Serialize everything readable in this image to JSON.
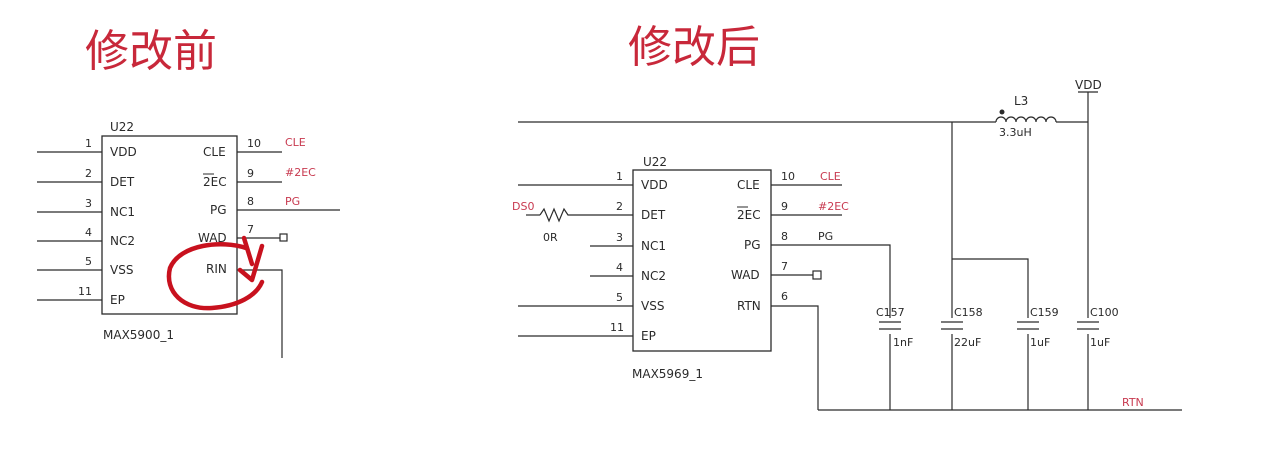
{
  "titles": {
    "before": "修改前",
    "after": "修改后"
  },
  "before": {
    "ref": "U22",
    "part": "MAX5900_1",
    "left_pins": [
      {
        "num": "1",
        "name": "VDD"
      },
      {
        "num": "2",
        "name": "DET"
      },
      {
        "num": "3",
        "name": "NC1"
      },
      {
        "num": "4",
        "name": "NC2"
      },
      {
        "num": "5",
        "name": "VSS"
      },
      {
        "num": "11",
        "name": "EP"
      }
    ],
    "right_pins": [
      {
        "num": "10",
        "name": "CLE",
        "net": "CLE"
      },
      {
        "num": "9",
        "name": "2EC",
        "net": "#2EC"
      },
      {
        "num": "8",
        "name": "PG",
        "net": "PG"
      },
      {
        "num": "7",
        "name": "WAD",
        "net": ""
      },
      {
        "num": "",
        "name": "RIN",
        "net": ""
      }
    ]
  },
  "after": {
    "ref": "U22",
    "part": "MAX5969_1",
    "left_pins": [
      {
        "num": "1",
        "name": "VDD"
      },
      {
        "num": "2",
        "name": "DET"
      },
      {
        "num": "3",
        "name": "NC1"
      },
      {
        "num": "4",
        "name": "NC2"
      },
      {
        "num": "5",
        "name": "VSS"
      },
      {
        "num": "11",
        "name": "EP"
      }
    ],
    "right_pins": [
      {
        "num": "10",
        "name": "CLE",
        "net": "CLE"
      },
      {
        "num": "9",
        "name": "2EC",
        "net": "#2EC"
      },
      {
        "num": "8",
        "name": "PG",
        "net": "PG"
      },
      {
        "num": "7",
        "name": "WAD",
        "net": ""
      },
      {
        "num": "6",
        "name": "RTN",
        "net": ""
      }
    ],
    "resistor": {
      "net": "DS0",
      "value": "0R"
    },
    "inductor": {
      "ref": "L3",
      "value": "3.3uH"
    },
    "supply_label": "VDD",
    "return_label": "RTN",
    "capacitors": [
      {
        "ref": "C157",
        "value": "1nF"
      },
      {
        "ref": "C158",
        "value": "22uF"
      },
      {
        "ref": "C159",
        "value": "1uF"
      },
      {
        "ref": "C100",
        "value": "1uF"
      }
    ]
  },
  "colors": {
    "title": "#c8283a",
    "net": "#c83a50",
    "annotation": "#c8111e"
  }
}
